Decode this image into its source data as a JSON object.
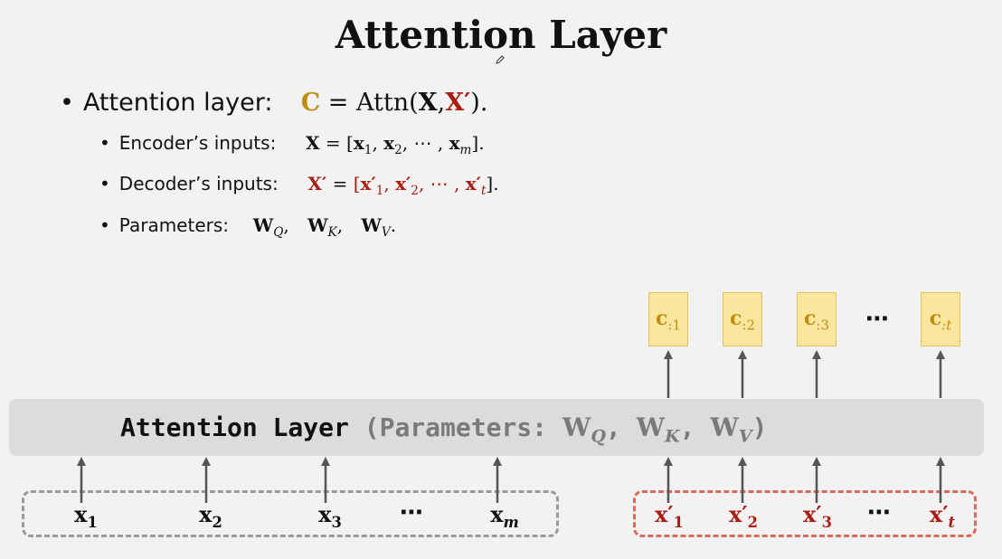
{
  "title": "Attention Layer",
  "bullets": {
    "main": {
      "label": "Attention layer:",
      "c": "C",
      "eq": "=",
      "fn": "Attn(",
      "x": "X",
      "comma": ",",
      "xp": "X′",
      "close": ")."
    },
    "encoder": {
      "label": "Encoder’s inputs:",
      "lhs": "X",
      "eq": "=",
      "open": "[",
      "x1": "x",
      "s1": "1",
      "x2": "x",
      "s2": "2",
      "dots": "⋯",
      "xm": "x",
      "sm": "m",
      "close": "]."
    },
    "decoder": {
      "label": "Decoder’s inputs:",
      "lhs": "X′",
      "eq": "=",
      "open": "[",
      "x1": "x′",
      "s1": "1",
      "x2": "x′",
      "s2": "2",
      "dots": "⋯",
      "xt": "x′",
      "st": "t",
      "close": "]."
    },
    "params": {
      "label": "Parameters:",
      "wq": "W",
      "sq": "Q",
      "wk": "W",
      "sk": "K",
      "wv": "W",
      "sv": "V",
      "end": "."
    }
  },
  "layer": {
    "name": "Attention Layer",
    "params_prefix": "(Parameters:",
    "wq": "W",
    "sq": "Q",
    "wk": "W",
    "sk": "K",
    "wv": "W",
    "sv": "V",
    "close": ")",
    "comma": ","
  },
  "encoder_inputs": [
    {
      "sym": "x",
      "sub": "1"
    },
    {
      "sym": "x",
      "sub": "2"
    },
    {
      "sym": "x",
      "sub": "3"
    },
    {
      "sym": "x",
      "sub": "m"
    }
  ],
  "decoder_inputs": [
    {
      "sym": "x′",
      "sub": "1"
    },
    {
      "sym": "x′",
      "sub": "2"
    },
    {
      "sym": "x′",
      "sub": "3"
    },
    {
      "sym": "x′",
      "sub": "t"
    }
  ],
  "outputs": [
    {
      "sym": "c",
      "sub": ":1"
    },
    {
      "sym": "c",
      "sub": ":2"
    },
    {
      "sym": "c",
      "sub": ":3"
    },
    {
      "sym": "c",
      "sub": ":t"
    }
  ],
  "ellipsis": "⋯",
  "colors": {
    "gold": "#c08d10",
    "red": "#a91d13",
    "output_fill": "#fbe69f",
    "layer_bar": "#dcdcdc",
    "encoder_border": "#9a9a9a",
    "decoder_border": "#d56a5f"
  },
  "icons": [
    "pen-icon"
  ]
}
